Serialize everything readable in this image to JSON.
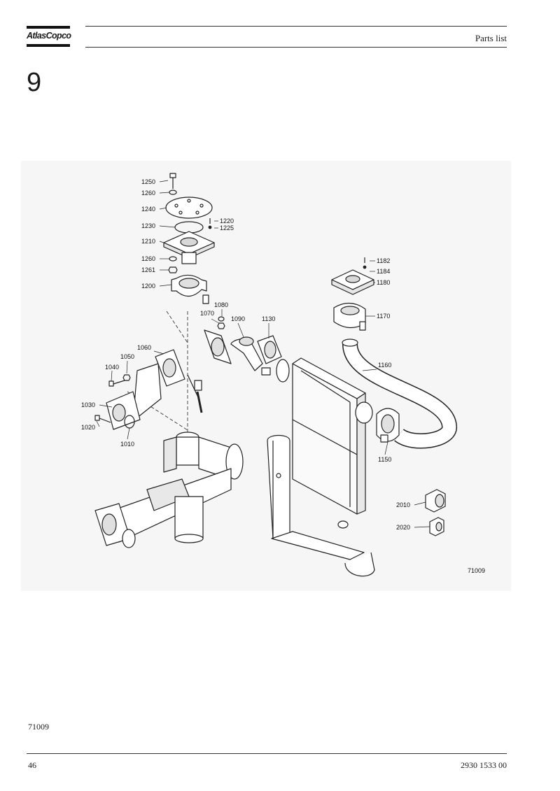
{
  "header": {
    "logo_text": "AtlasCopco",
    "title": "Parts list"
  },
  "section": {
    "number": "9"
  },
  "figure": {
    "drawing_number": "71009",
    "callouts": [
      "1250",
      "1260",
      "1240",
      "1230",
      "1220",
      "1225",
      "1210",
      "1260",
      "1261",
      "1200",
      "1182",
      "1184",
      "1180",
      "1170",
      "1080",
      "1070",
      "1090",
      "1130",
      "1160",
      "1060",
      "1050",
      "1040",
      "1030",
      "1020",
      "1010",
      "1150",
      "2010",
      "2020"
    ]
  },
  "caption": "71009",
  "footer": {
    "page_number": "46",
    "doc_number": "2930 1533 00"
  }
}
